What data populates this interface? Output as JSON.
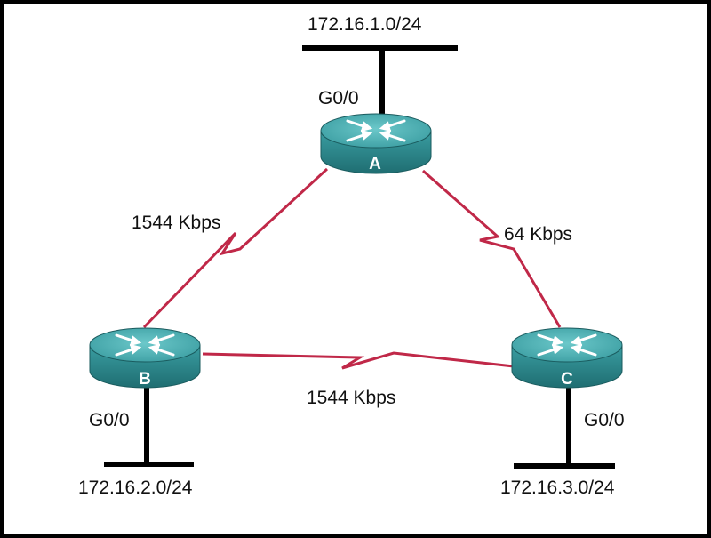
{
  "colors": {
    "link": "#c02848",
    "router_body": "#2e8a8e",
    "router_top": "#4fb3b6",
    "router_label": "#ffffff",
    "lan_line": "#000000"
  },
  "routers": [
    {
      "id": "A",
      "label": "A"
    },
    {
      "id": "B",
      "label": "B"
    },
    {
      "id": "C",
      "label": "C"
    }
  ],
  "interfaces": {
    "a": "G0/0",
    "b": "G0/0",
    "c": "G0/0"
  },
  "networks": {
    "a": "172.16.1.0/24",
    "b": "172.16.2.0/24",
    "c": "172.16.3.0/24"
  },
  "links": {
    "a_b": "1544 Kbps",
    "a_c": "64 Kbps",
    "b_c": "1544 Kbps"
  }
}
